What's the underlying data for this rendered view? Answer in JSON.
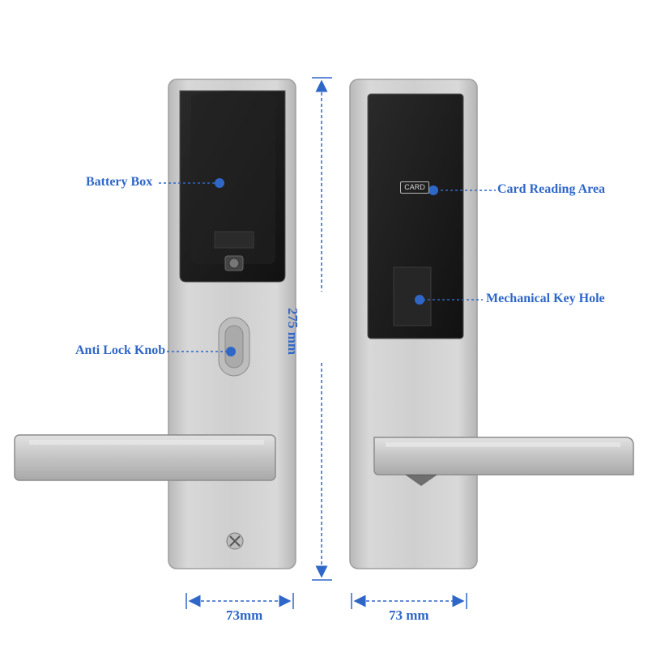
{
  "labels": {
    "battery_box": "Battery Box",
    "anti_lock_knob": "Anti Lock Knob",
    "card_reading_area": "Card Reading Area",
    "mechanical_key_hole": "Mechanical Key Hole"
  },
  "dimensions": {
    "height": "275 mm",
    "width_left": "73mm",
    "width_right": "73 mm"
  },
  "card_marking": "CARD",
  "colors": {
    "accent": "#2f67c8",
    "steel": "#c9c9c9",
    "panel": "#1b1b1b"
  }
}
